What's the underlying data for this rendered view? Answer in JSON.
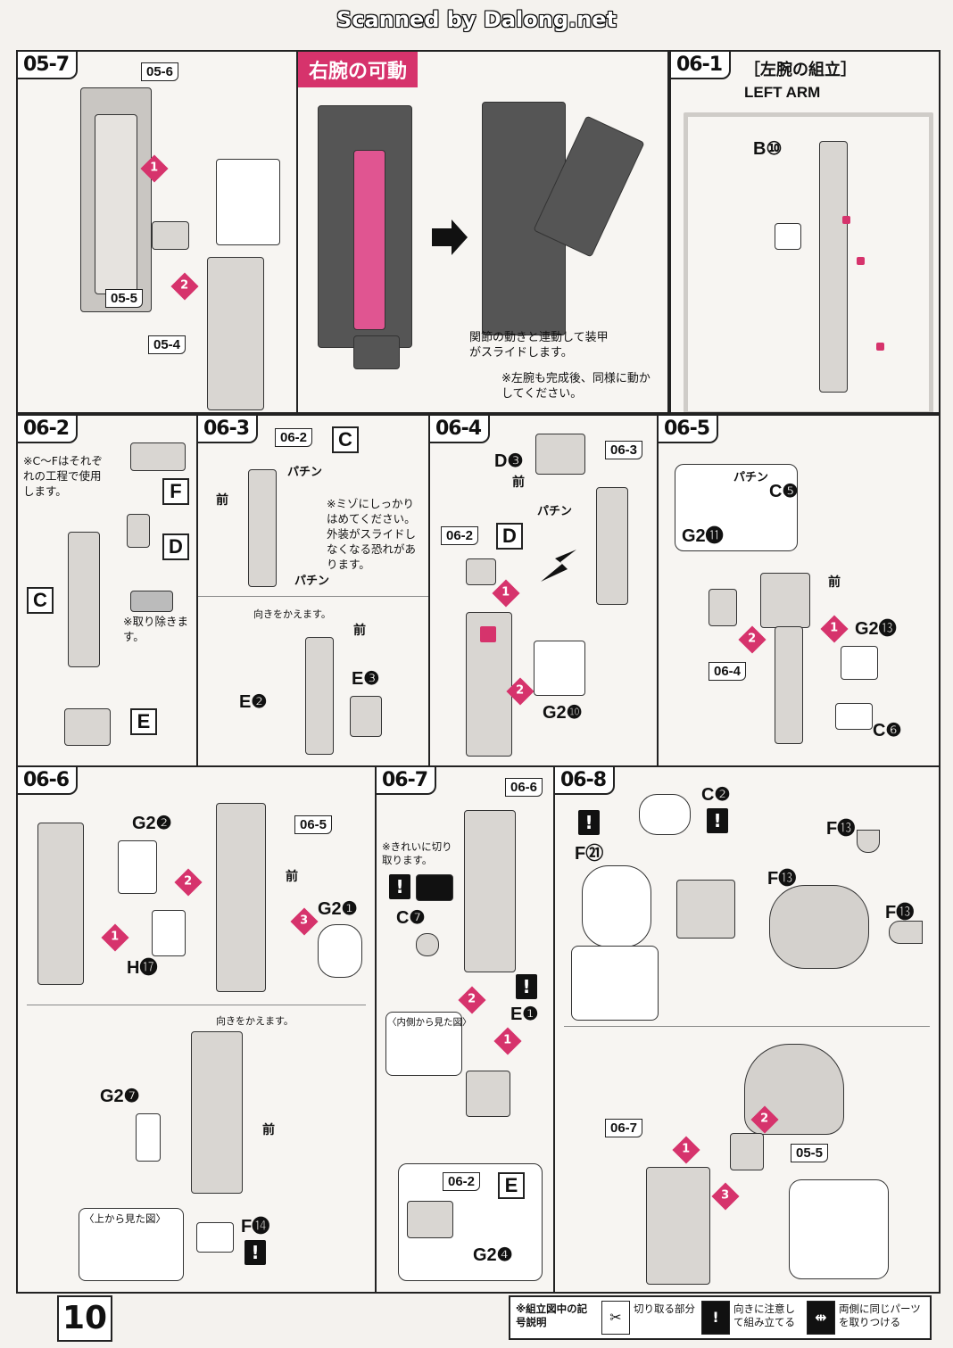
{
  "scan_header": "Scanned by Dalong.net",
  "page_number": "10",
  "colors": {
    "accent": "#d6336c",
    "line": "#222222",
    "part": "#d9d6d2"
  },
  "panels": {
    "p05_7": {
      "step": "05-7",
      "refs": [
        "05-6",
        "05-5",
        "05-4"
      ],
      "nums": [
        "1",
        "2"
      ]
    },
    "p_right_arm": {
      "title": "右腕の可動",
      "note1": "関節の動きと連動して装甲がスライドします。",
      "note2": "※左腕も完成後、同様に動かしてください。"
    },
    "p06_1": {
      "step": "06-1",
      "title_jp": "［左腕の組立］",
      "title_en": "LEFT ARM",
      "part": "B⑩"
    },
    "p06_2": {
      "step": "06-2",
      "note": "※C～Fはそれぞれの工程で使用します。",
      "labels": [
        "F",
        "D",
        "C",
        "E"
      ],
      "remove_note": "※取り除きます。"
    },
    "p06_3": {
      "step": "06-3",
      "ref": "06-2",
      "ref_label": "C",
      "front": "前",
      "snap": "パチン",
      "note": "※ミゾにしっかりはめてください。外装がスライドしなくなる恐れがあります。",
      "turn": "向きをかえます。",
      "parts": [
        "E❷",
        "E❸"
      ]
    },
    "p06_4": {
      "step": "06-4",
      "ref": "06-3",
      "ref2": "06-2",
      "ref2_label": "D",
      "front": "前",
      "snap": "パチン",
      "parts": [
        "D❸",
        "G2❿"
      ],
      "nums": [
        "1",
        "2"
      ]
    },
    "p06_5": {
      "step": "06-5",
      "ref": "06-4",
      "front": "前",
      "snap": "パチン",
      "parts": [
        "C❺",
        "G2⓫",
        "G2⓭",
        "C❻"
      ],
      "nums": [
        "1",
        "2"
      ]
    },
    "p06_6": {
      "step": "06-6",
      "ref": "06-5",
      "front": "前",
      "parts": [
        "G2❷",
        "G2❶",
        "H⓱",
        "G2❼",
        "F⓮"
      ],
      "nums": [
        "1",
        "2",
        "3"
      ],
      "turn": "向きをかえます。",
      "top_view": "〈上から見た図〉"
    },
    "p06_7": {
      "step": "06-7",
      "ref": "06-6",
      "ref2": "06-2",
      "ref2_label": "E",
      "cut_note": "※きれいに切り取ります。",
      "parts": [
        "C❼",
        "E❶",
        "G2❹"
      ],
      "nums": [
        "1",
        "2"
      ],
      "inner_view": "〈内側から見た図〉"
    },
    "p06_8": {
      "step": "06-8",
      "ref": "06-7",
      "ref2": "05-5",
      "parts": [
        "C❷",
        "F㉑",
        "F⓭",
        "F⓭",
        "F⓭"
      ],
      "nums": [
        "1",
        "2",
        "3"
      ]
    }
  },
  "legend": {
    "title": "※組立図中の記号説明",
    "items": [
      {
        "icon": "cut-icon",
        "label": "切り取る部分"
      },
      {
        "icon": "warning-icon",
        "label": "向きに注意して組み立てる"
      },
      {
        "icon": "both-sides-icon",
        "label": "両側に同じパーツを取りつける"
      }
    ]
  }
}
